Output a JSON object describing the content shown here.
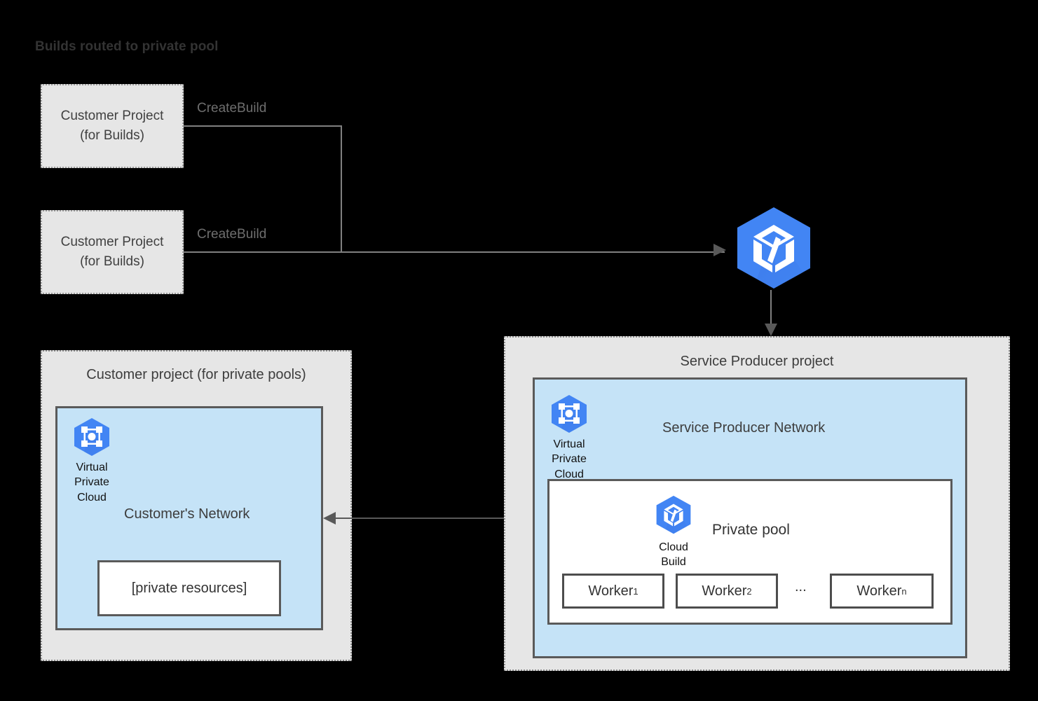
{
  "title": "Builds routed to private pool",
  "customer_build_projects": [
    {
      "line1": "Customer Project",
      "line2": "(for Builds)",
      "edge_label": "CreateBuild"
    },
    {
      "line1": "Customer Project",
      "line2": "(for Builds)",
      "edge_label": "CreateBuild"
    }
  ],
  "cloud_build_service": {
    "icon": "cloud-build-icon",
    "accent_color": "#4285f4"
  },
  "customer_project": {
    "title": "Customer project (for private pools)",
    "network": {
      "label": "Customer's Network",
      "fill_color": "#c5e3f7"
    },
    "vpc": {
      "icon": "virtual-private-cloud-icon",
      "caption_line1": "Virtual",
      "caption_line2": "Private",
      "caption_line3": "Cloud"
    },
    "private_resources": "[private resources]"
  },
  "service_producer_project": {
    "title": "Service Producer project",
    "network": {
      "label": "Service Producer Network",
      "fill_color": "#c5e3f7"
    },
    "vpc": {
      "icon": "virtual-private-cloud-icon",
      "caption_line1": "Virtual",
      "caption_line2": "Private",
      "caption_line3": "Cloud"
    },
    "private_pool": {
      "label": "Private pool",
      "cloud_build": {
        "icon": "cloud-build-icon",
        "caption_line1": "Cloud",
        "caption_line2": "Build"
      },
      "ellipsis": "...",
      "workers": [
        {
          "name": "Worker",
          "subscript": "1"
        },
        {
          "name": "Worker",
          "subscript": "2"
        },
        {
          "name": "Worker",
          "subscript": "n"
        }
      ]
    }
  },
  "colors": {
    "background": "#000000",
    "panel_fill": "#e6e6e6",
    "network_fill": "#c5e3f7",
    "border": "#595959",
    "line": "#808080",
    "google_blue": "#4285f4",
    "title_text": "#333333"
  }
}
